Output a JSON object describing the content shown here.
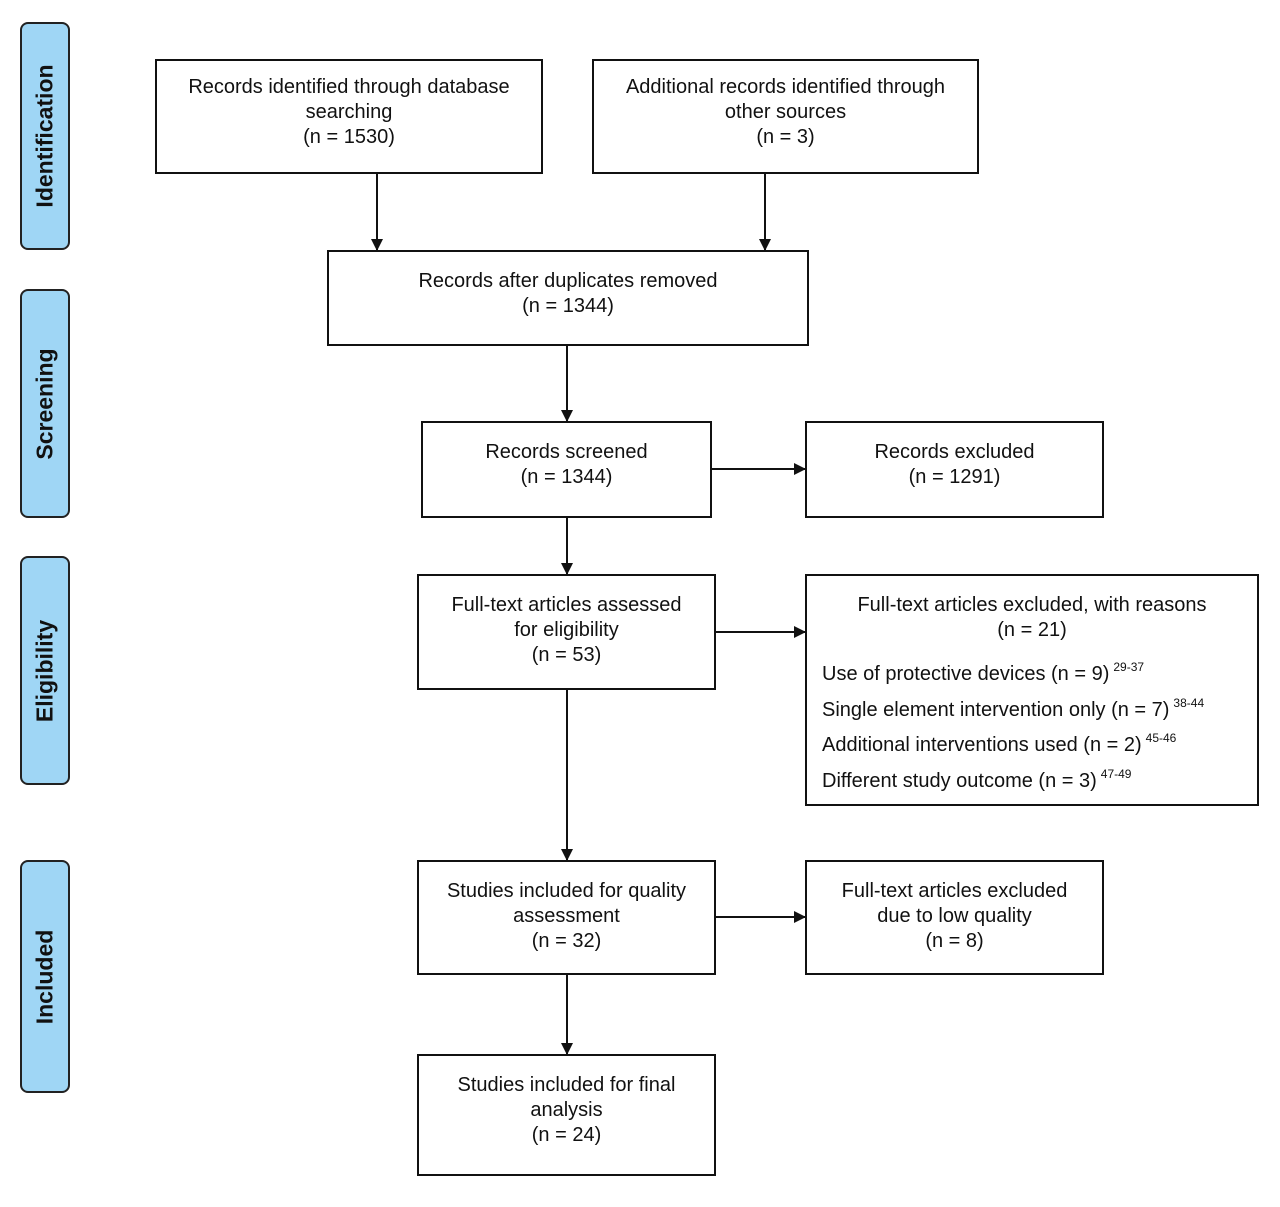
{
  "stages": {
    "identification": "Identification",
    "screening": "Screening",
    "eligibility": "Eligibility",
    "included": "Included"
  },
  "boxes": {
    "database": {
      "l1": "Records identified through database",
      "l2": "searching",
      "l3": "(n = 1530)"
    },
    "other": {
      "l1": "Additional records identified through",
      "l2": "other sources",
      "l3": "(n = 3)"
    },
    "duplicates": {
      "l1": "Records after duplicates removed",
      "l2": "(n = 1344)"
    },
    "screened": {
      "l1": "Records screened",
      "l2": "(n = 1344)"
    },
    "excluded": {
      "l1": "Records excluded",
      "l2": "(n = 1291)"
    },
    "fulltext": {
      "l1": "Full-text articles assessed",
      "l2": "for eligibility",
      "l3": "(n = 53)"
    },
    "fulltext_excluded": {
      "l1": "Full-text articles excluded, with reasons",
      "l2": "(n = 21)",
      "reasons": [
        {
          "text": "Use of protective devices (n = 9)",
          "ref": "29-37"
        },
        {
          "text": "Single element intervention only (n = 7)",
          "ref": "38-44"
        },
        {
          "text": "Additional interventions used (n = 2)",
          "ref": "45-46"
        },
        {
          "text": "Different study outcome (n = 3)",
          "ref": "47-49"
        }
      ]
    },
    "quality": {
      "l1": "Studies included for quality",
      "l2": "assessment",
      "l3": "(n = 32)"
    },
    "low_quality": {
      "l1": "Full-text articles excluded",
      "l2": "due to low quality",
      "l3": "(n = 8)"
    },
    "final": {
      "l1": "Studies included for final",
      "l2": "analysis",
      "l3": "(n = 24)"
    }
  },
  "colors": {
    "stage_fill": "#9fd6f5",
    "line": "#111111"
  }
}
